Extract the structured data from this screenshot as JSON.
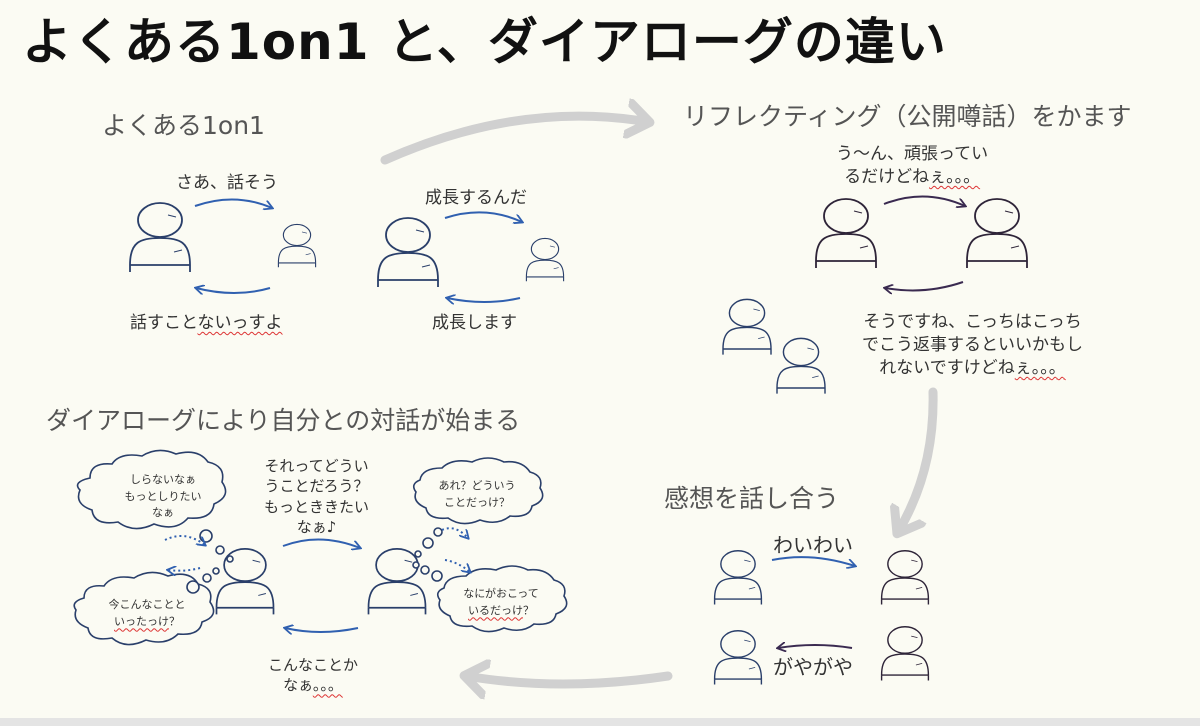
{
  "title": "よくある1on1 と、ダイアローグの違い",
  "sections": {
    "typical": "よくある1on1",
    "reflecting": "リフレクティング（公開噂話）をかます",
    "impressions": "感想を話し合う",
    "dialogue": "ダイアローグにより自分との対話が始まる"
  },
  "typical_labels": {
    "lets_talk": "さあ、話そう",
    "nothing_to_say_a": "話すこと",
    "nothing_to_say_b": "ないっすよ",
    "grow_up": "成長するんだ",
    "will_grow": "成長します"
  },
  "reflecting_labels": {
    "line1": "う〜ん、頑張ってい",
    "line2a": "るだけどね",
    "line2b": "ぇ。。。",
    "reply1": "そうですね、こっちはこっち",
    "reply2": "でこう返事するといいかもし",
    "reply3a": "れないですけどね",
    "reply3b": "ぇ。。。"
  },
  "impression_labels": {
    "waiwai": "わいわい",
    "gayagaya": "がやがや"
  },
  "dialogue_labels": {
    "cloud1_l1": "しらないなぁ",
    "cloud1_l2": "もっとしりたい",
    "cloud1_l3": "なぁ",
    "cloud2_l1": "今こんなことと",
    "cloud2_l2a": "いったっけ",
    "cloud2_l2b": "？",
    "cloud3_l1": "あれ？どういう",
    "cloud3_l2": "ことだっけ？",
    "cloud4_l1": "なにがおこって",
    "cloud4_l2a": "いるだっけ",
    "cloud4_l2b": "？",
    "center1": "それってどうい",
    "center2": "うことだろう？",
    "center3": "もっとききたい",
    "center4": "なぁ♪",
    "bottom1": "こんなことか",
    "bottom2a": "なぁ",
    "bottom2b": "。。。"
  },
  "colors": {
    "blue_arrow": "#3060b0",
    "dark_arrow": "#3a2a50",
    "flow_arrow": "#d0d0d0",
    "figure_blue": "#2a3f6a",
    "figure_dark": "#2e2438"
  }
}
